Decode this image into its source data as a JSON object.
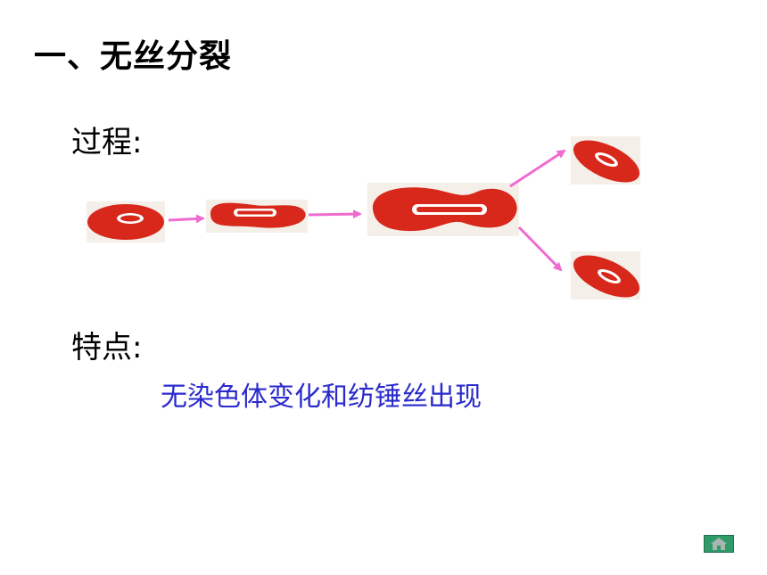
{
  "slide": {
    "title": "一、无丝分裂",
    "process_label": "过程:",
    "features_label": "特点:",
    "features_text": "无染色体变化和纺锤丝出现"
  },
  "colors": {
    "cell_red": "#d8281c",
    "arrow_pink": "#f06bd0",
    "feature_blue": "#2a2acd",
    "home_button_green": "#2f9a6a"
  },
  "icons": {
    "home": "home-icon"
  }
}
